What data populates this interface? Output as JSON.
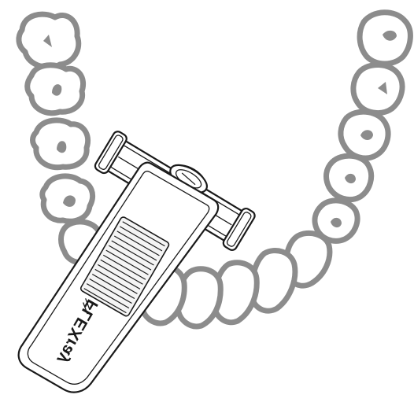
{
  "figure": {
    "kind": "dental-arch-illustration",
    "colors": {
      "tooth_outline": "#8c8c8c",
      "holder_line": "#1a1a1a",
      "background": "#ffffff"
    }
  },
  "holder": {
    "brand_label": "FLEXray",
    "logo_mark": "double-slash"
  }
}
